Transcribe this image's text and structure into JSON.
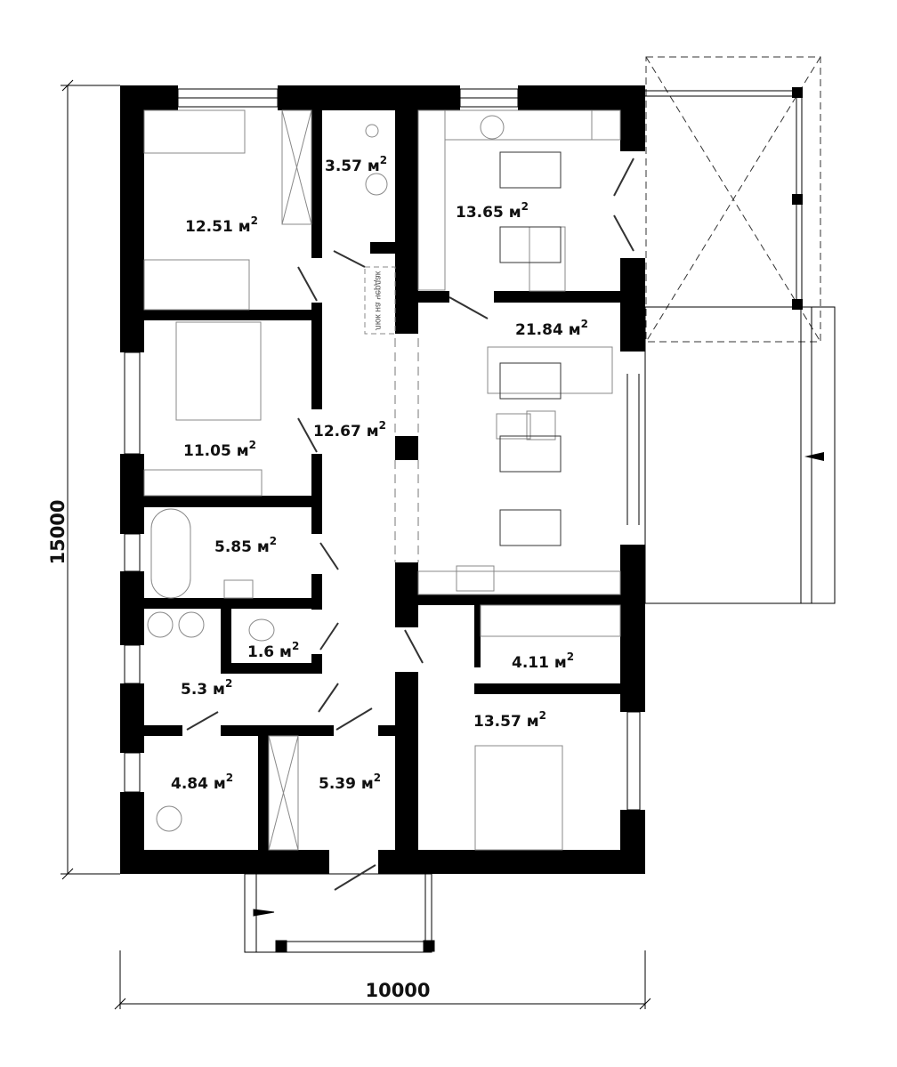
{
  "dimensions": {
    "height": "15000",
    "width": "10000"
  },
  "rooms": [
    {
      "id": "bedroom-1",
      "area": "12.51 м",
      "sup": "2"
    },
    {
      "id": "bathroom-small",
      "area": "3.57 м",
      "sup": "2"
    },
    {
      "id": "kitchen",
      "area": "13.65 м",
      "sup": "2"
    },
    {
      "id": "living",
      "area": "21.84 м",
      "sup": "2"
    },
    {
      "id": "hall",
      "area": "12.67 м",
      "sup": "2"
    },
    {
      "id": "bedroom-2",
      "area": "11.05 м",
      "sup": "2"
    },
    {
      "id": "bathroom",
      "area": "5.85 м",
      "sup": "2"
    },
    {
      "id": "wc",
      "area": "1.6 м",
      "sup": "2"
    },
    {
      "id": "laundry",
      "area": "5.3 м",
      "sup": "2"
    },
    {
      "id": "storage",
      "area": "4.11 м",
      "sup": "2"
    },
    {
      "id": "bedroom-3",
      "area": "13.57 м",
      "sup": "2"
    },
    {
      "id": "boiler",
      "area": "4.84 м",
      "sup": "2"
    },
    {
      "id": "entry",
      "area": "5.39 м",
      "sup": "2"
    }
  ],
  "attic_hatch": "люк на чердак"
}
